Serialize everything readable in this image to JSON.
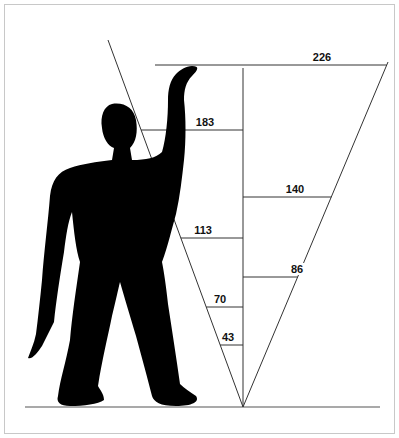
{
  "diagram": {
    "labels": [
      "226",
      "183",
      "140",
      "113",
      "86",
      "70",
      "43"
    ]
  }
}
